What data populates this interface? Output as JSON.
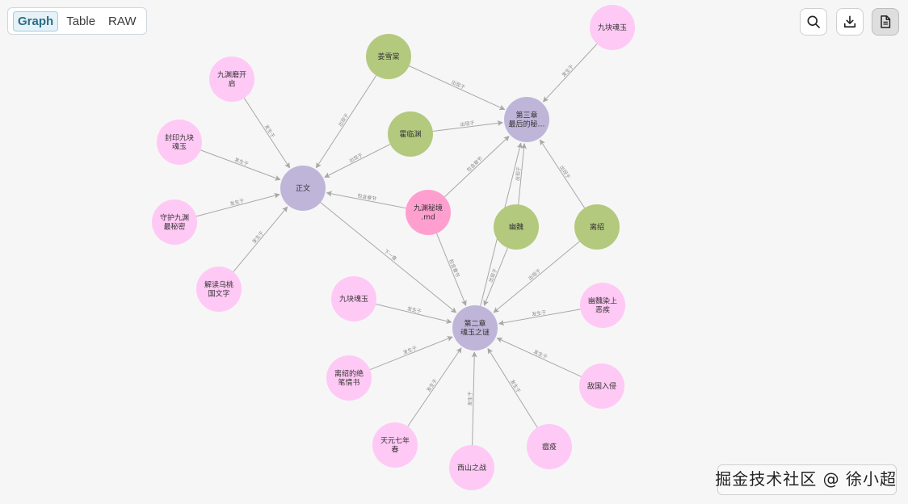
{
  "view_tabs": [
    {
      "label": "Graph",
      "active": true
    },
    {
      "label": "Table",
      "active": false
    },
    {
      "label": "RAW",
      "active": false
    }
  ],
  "tools": [
    "search-icon",
    "download-icon",
    "document-icon"
  ],
  "colors": {
    "section": "#bfb5d9",
    "character": "#b3c97e",
    "event": "#ffc9f5",
    "document": "#ff9fcf",
    "edge": "#a8a8a8"
  },
  "nodes": [
    {
      "id": "zhengwen",
      "label": [
        "正文"
      ],
      "type": "section"
    },
    {
      "id": "ch3",
      "label": [
        "第三章",
        "最后的秘…"
      ],
      "type": "section"
    },
    {
      "id": "ch2",
      "label": [
        "第二章",
        "魂玉之谜"
      ],
      "type": "section"
    },
    {
      "id": "md",
      "label": [
        "九渊秘境",
        ".md"
      ],
      "type": "document"
    },
    {
      "id": "jiangxue",
      "label": [
        "姜雪棠"
      ],
      "type": "character"
    },
    {
      "id": "huolin",
      "label": [
        "霍临渊"
      ],
      "type": "character"
    },
    {
      "id": "youwei",
      "label": [
        "幽魏"
      ],
      "type": "character"
    },
    {
      "id": "lishao",
      "label": [
        "离绍"
      ],
      "type": "character"
    },
    {
      "id": "jiujuan_open",
      "label": [
        "九渊磨开",
        "启"
      ],
      "type": "event"
    },
    {
      "id": "fengyin",
      "label": [
        "封印九块",
        "魂玉"
      ],
      "type": "event"
    },
    {
      "id": "shouhu",
      "label": [
        "守护九渊",
        "最秘密"
      ],
      "type": "event"
    },
    {
      "id": "jiedu",
      "label": [
        "解读乌桃",
        "国文字"
      ],
      "type": "event"
    },
    {
      "id": "jiukuai_top",
      "label": [
        "九块魂玉"
      ],
      "type": "event"
    },
    {
      "id": "jiukuai_mid",
      "label": [
        "九块魂玉"
      ],
      "type": "event"
    },
    {
      "id": "youwei_ill",
      "label": [
        "幽魏染上",
        "恶疾"
      ],
      "type": "event"
    },
    {
      "id": "diguo",
      "label": [
        "敌国入侵"
      ],
      "type": "event"
    },
    {
      "id": "wenyi",
      "label": [
        "瘟疫"
      ],
      "type": "event"
    },
    {
      "id": "xishan",
      "label": [
        "西山之战"
      ],
      "type": "event"
    },
    {
      "id": "tianyuan",
      "label": [
        "天元七年",
        "春"
      ],
      "type": "event"
    },
    {
      "id": "lishao_letter",
      "label": [
        "离绍的绝",
        "笔情书"
      ],
      "type": "event"
    }
  ],
  "edges": [
    {
      "from": "jiujuan_open",
      "to": "zhengwen",
      "label": "发生于"
    },
    {
      "from": "fengyin",
      "to": "zhengwen",
      "label": "发生于"
    },
    {
      "from": "shouhu",
      "to": "zhengwen",
      "label": "发生于"
    },
    {
      "from": "jiedu",
      "to": "zhengwen",
      "label": "发生于"
    },
    {
      "from": "jiangxue",
      "to": "zhengwen",
      "label": "出现于"
    },
    {
      "from": "huolin",
      "to": "zhengwen",
      "label": "出现于"
    },
    {
      "from": "md",
      "to": "zhengwen",
      "label": "包含章节"
    },
    {
      "from": "zhengwen",
      "to": "ch2",
      "label": "下一章"
    },
    {
      "from": "jiangxue",
      "to": "ch3",
      "label": "出现于"
    },
    {
      "from": "huolin",
      "to": "ch3",
      "label": "出现于"
    },
    {
      "from": "md",
      "to": "ch3",
      "label": "包含章节"
    },
    {
      "from": "jiukuai_top",
      "to": "ch3",
      "label": "发生于"
    },
    {
      "from": "lishao",
      "to": "ch3",
      "label": "出现于"
    },
    {
      "from": "youwei",
      "to": "ch3",
      "label": "出现于"
    },
    {
      "from": "ch2",
      "to": "ch3",
      "label": "下一章"
    },
    {
      "from": "md",
      "to": "ch2",
      "label": "包含章节"
    },
    {
      "from": "youwei",
      "to": "ch2",
      "label": "出现于"
    },
    {
      "from": "lishao",
      "to": "ch2",
      "label": "出现于"
    },
    {
      "from": "jiukuai_mid",
      "to": "ch2",
      "label": "发生于"
    },
    {
      "from": "youwei_ill",
      "to": "ch2",
      "label": "发生于"
    },
    {
      "from": "diguo",
      "to": "ch2",
      "label": "发生于"
    },
    {
      "from": "wenyi",
      "to": "ch2",
      "label": "发生于"
    },
    {
      "from": "xishan",
      "to": "ch2",
      "label": "发生于"
    },
    {
      "from": "tianyuan",
      "to": "ch2",
      "label": "发生于"
    },
    {
      "from": "lishao_letter",
      "to": "ch2",
      "label": "发生于"
    }
  ],
  "watermark": "掘金技术社区 @ 徐小超"
}
